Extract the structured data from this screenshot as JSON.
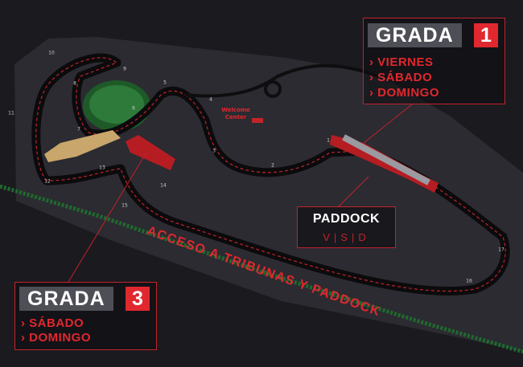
{
  "map": {
    "welcome_center": "Welcome Center",
    "access_label": "ACCESO A TRIBUNAS Y PADDOCK",
    "paddock": {
      "label": "PADDOCK",
      "sub": "V|S|D"
    },
    "turn_numbers": [
      "1",
      "2",
      "3",
      "4",
      "5",
      "6",
      "7",
      "8",
      "9",
      "10",
      "11",
      "12",
      "13",
      "14",
      "15",
      "16",
      "17"
    ]
  },
  "stands": [
    {
      "title": "GRADA",
      "number": "1",
      "days": [
        "› VIERNES",
        "› SÁBADO",
        "› DOMINGO"
      ]
    },
    {
      "title": "GRADA",
      "number": "3",
      "days": [
        "› SÁBADO",
        "› DOMINGO"
      ]
    }
  ],
  "colors": {
    "accent": "#e0282e",
    "background": "#1b1a1f",
    "land": "#2b2b31",
    "track": "#0b0b0d",
    "grass": "#1f6a2e"
  }
}
